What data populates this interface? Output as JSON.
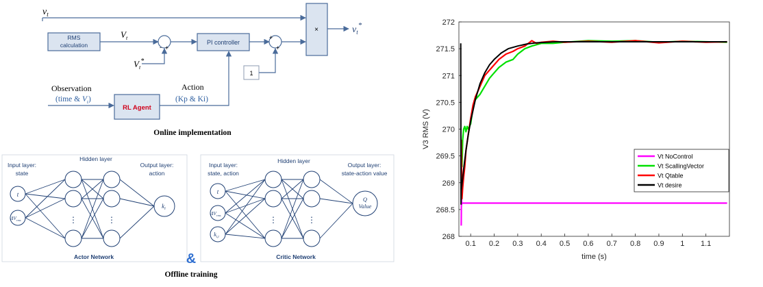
{
  "block_diagram": {
    "input_vt": "v",
    "input_vt_sub": "t",
    "rms_block": [
      "RMS",
      "calculation"
    ],
    "rms_out": "V",
    "rms_out_sub": "t",
    "ref_label": "V",
    "ref_label_sub": "t",
    "ref_label_sup": "*",
    "sum1_plus": "+",
    "sum1_minus": "-",
    "pi_block": "PI controller",
    "sum2_plus_left": "+",
    "sum2_plus_bottom": "+",
    "const_block": "1",
    "multiply_symbol": "×",
    "output_label": "v",
    "output_label_sub": "t",
    "output_label_sup": "*",
    "observation_label": "Observation",
    "observation_sub_text": "(time & ",
    "observation_sub_v": "V",
    "observation_sub_vsub": "t",
    "observation_sub_close": ")",
    "rl_agent": "RL Agent",
    "action_label": "Action",
    "action_sub": "(Kp & Ki)",
    "caption": "Online implementation"
  },
  "networks": {
    "actor": {
      "input_layer": [
        "Input layer:",
        "state"
      ],
      "hidden_layer": "Hidden layer",
      "output_layer": [
        "Output layer:",
        "action"
      ],
      "inputs": [
        "t",
        "ΔV"
      ],
      "input2_sub": "rms",
      "output": "k",
      "output_sub": "i",
      "dots": "⋮",
      "caption": "Actor Network"
    },
    "critic": {
      "input_layer": [
        "Input layer:",
        "state, action"
      ],
      "hidden_layer": "Hidden layer",
      "output_layer": [
        "Output layer:",
        "state-action value"
      ],
      "inputs": [
        "t",
        "ΔV",
        "k"
      ],
      "input2_sub": "rms",
      "input3_sub": "i,t",
      "output": [
        "Q",
        "Value"
      ],
      "dots": "⋮",
      "caption": "Critic Network"
    },
    "ampersand": "&",
    "caption": "Offline training"
  },
  "chart_data": {
    "type": "line",
    "title": "",
    "xlabel": "time (s)",
    "ylabel": "V3 RMS (V)",
    "xlim": [
      0.05,
      1.2
    ],
    "ylim": [
      268,
      272
    ],
    "xticks": [
      0.1,
      0.2,
      0.3,
      0.4,
      0.5,
      0.6,
      0.7,
      0.8,
      0.9,
      1.0,
      1.1
    ],
    "xtick_labels": [
      "0.1",
      "0.2",
      "0.3",
      "0.4",
      "0.5",
      "0.6",
      "0.7",
      "0.8",
      "0.9",
      "1",
      "1.1"
    ],
    "yticks": [
      268,
      268.5,
      269,
      269.5,
      270,
      270.5,
      271,
      271.5,
      272
    ],
    "ytick_labels": [
      "268",
      "268.5",
      "269",
      "269.5",
      "270",
      "270.5",
      "271",
      "271.5",
      "272"
    ],
    "grid": false,
    "legend_position": "right",
    "series": [
      {
        "name": "Vt NoControl",
        "color": "#ff00ff",
        "x": [
          0.06,
          0.061,
          0.062,
          0.065,
          1.19
        ],
        "y": [
          268.2,
          268.9,
          268.6,
          268.62,
          268.62
        ]
      },
      {
        "name": "Vt ScallingVector",
        "color": "#00e000",
        "x": [
          0.06,
          0.063,
          0.066,
          0.07,
          0.075,
          0.08,
          0.085,
          0.09,
          0.1,
          0.11,
          0.12,
          0.14,
          0.16,
          0.18,
          0.2,
          0.22,
          0.25,
          0.28,
          0.3,
          0.33,
          0.36,
          0.4,
          0.45,
          0.5,
          0.6,
          0.7,
          0.8,
          0.9,
          1.0,
          1.1,
          1.19
        ],
        "y": [
          269.6,
          269.3,
          269.8,
          270.0,
          270.05,
          269.95,
          270.05,
          270.0,
          270.1,
          270.4,
          270.55,
          270.65,
          270.8,
          270.95,
          271.05,
          271.15,
          271.25,
          271.3,
          271.4,
          271.5,
          271.55,
          271.6,
          271.6,
          271.62,
          271.65,
          271.64,
          271.65,
          271.62,
          271.64,
          271.63,
          271.62
        ]
      },
      {
        "name": "Vt Qtable",
        "color": "#ff0000",
        "x": [
          0.06,
          0.063,
          0.066,
          0.07,
          0.075,
          0.08,
          0.09,
          0.1,
          0.11,
          0.12,
          0.14,
          0.16,
          0.18,
          0.2,
          0.22,
          0.25,
          0.28,
          0.3,
          0.33,
          0.36,
          0.38,
          0.4,
          0.45,
          0.5,
          0.6,
          0.7,
          0.8,
          0.9,
          1.0,
          1.1,
          1.19
        ],
        "y": [
          269.8,
          268.7,
          268.9,
          269.1,
          269.3,
          269.6,
          269.9,
          270.2,
          270.45,
          270.6,
          270.8,
          271.0,
          271.1,
          271.2,
          271.3,
          271.4,
          271.45,
          271.5,
          271.55,
          271.65,
          271.6,
          271.62,
          271.64,
          271.62,
          271.64,
          271.62,
          271.65,
          271.61,
          271.64,
          271.62,
          271.63
        ]
      },
      {
        "name": "Vt desire",
        "color": "#000000",
        "x": [
          0.058,
          0.059,
          0.06,
          0.065,
          0.07,
          0.08,
          0.09,
          0.1,
          0.12,
          0.14,
          0.16,
          0.18,
          0.2,
          0.23,
          0.26,
          0.3,
          0.34,
          0.38,
          0.42,
          0.46,
          0.5,
          0.6,
          0.7,
          0.8,
          0.9,
          1.0,
          1.1,
          1.19
        ],
        "y": [
          271.6,
          268.6,
          268.85,
          269.05,
          269.25,
          269.6,
          269.9,
          270.15,
          270.55,
          270.85,
          271.05,
          271.2,
          271.3,
          271.42,
          271.5,
          271.55,
          271.59,
          271.61,
          271.62,
          271.63,
          271.63,
          271.63,
          271.63,
          271.63,
          271.63,
          271.63,
          271.63,
          271.63
        ]
      }
    ]
  }
}
